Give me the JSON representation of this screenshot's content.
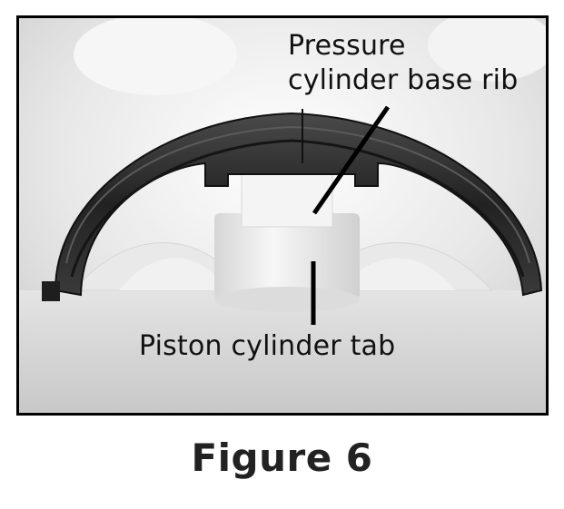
{
  "figure": {
    "caption": "Figure 6",
    "photo_alt": "Photo of pressure cylinder base and piston cylinder tab"
  },
  "callouts": {
    "top_line1": "Pressure",
    "top_line2": "cylinder base rib",
    "bottom": "Piston cylinder tab"
  },
  "colors": {
    "frame": "#000000",
    "ring": "#2b2b2b",
    "text": "#111111"
  }
}
